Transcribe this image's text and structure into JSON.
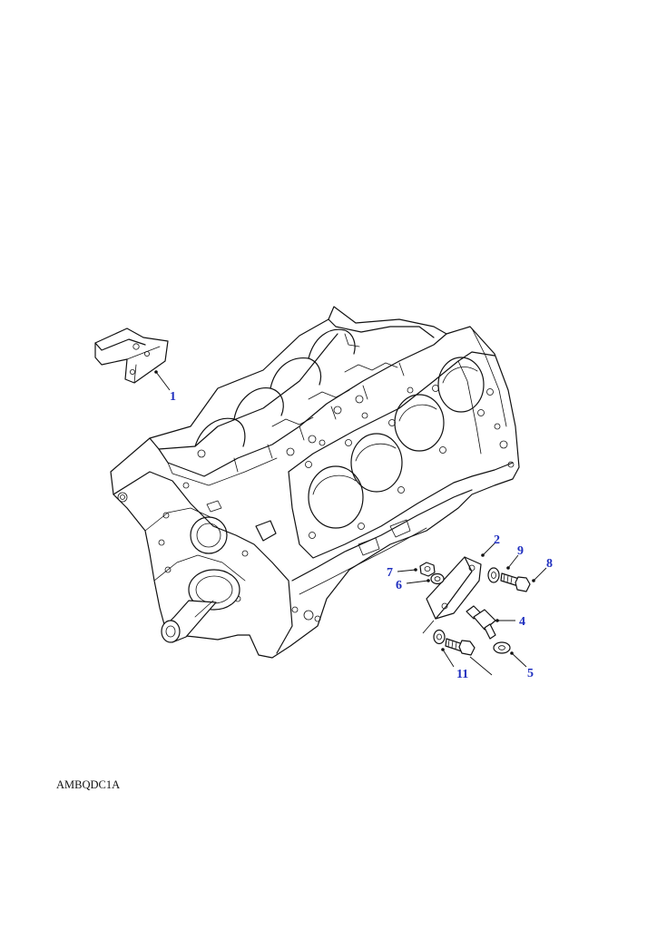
{
  "diagram": {
    "reference_code": "AMBQDC1A",
    "callout_color": "#1f2fbf",
    "line_color": "#111111",
    "callouts": [
      {
        "id": "1",
        "label": "1"
      },
      {
        "id": "2",
        "label": "2"
      },
      {
        "id": "4",
        "label": "4"
      },
      {
        "id": "5",
        "label": "5"
      },
      {
        "id": "6",
        "label": "6"
      },
      {
        "id": "7",
        "label": "7"
      },
      {
        "id": "8",
        "label": "8"
      },
      {
        "id": "9",
        "label": "9"
      },
      {
        "id": "11",
        "label": "11"
      }
    ]
  }
}
